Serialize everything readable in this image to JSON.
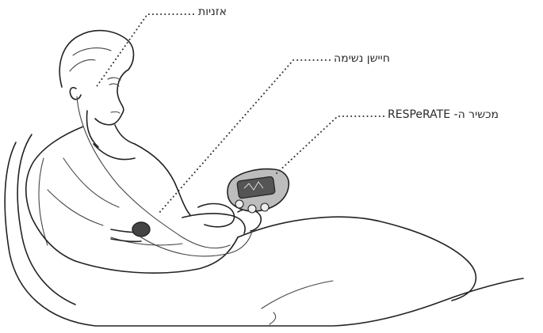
{
  "labels": {
    "earphones": "אזניות",
    "breathing_sensor": "חיישן נשימה",
    "device": "מכשיר ה- RESPeRATE"
  },
  "colors": {
    "ink": "#222222",
    "device_gray": "#bdbdbd",
    "sensor_gray": "#d9d9d9",
    "background": "#ffffff"
  }
}
